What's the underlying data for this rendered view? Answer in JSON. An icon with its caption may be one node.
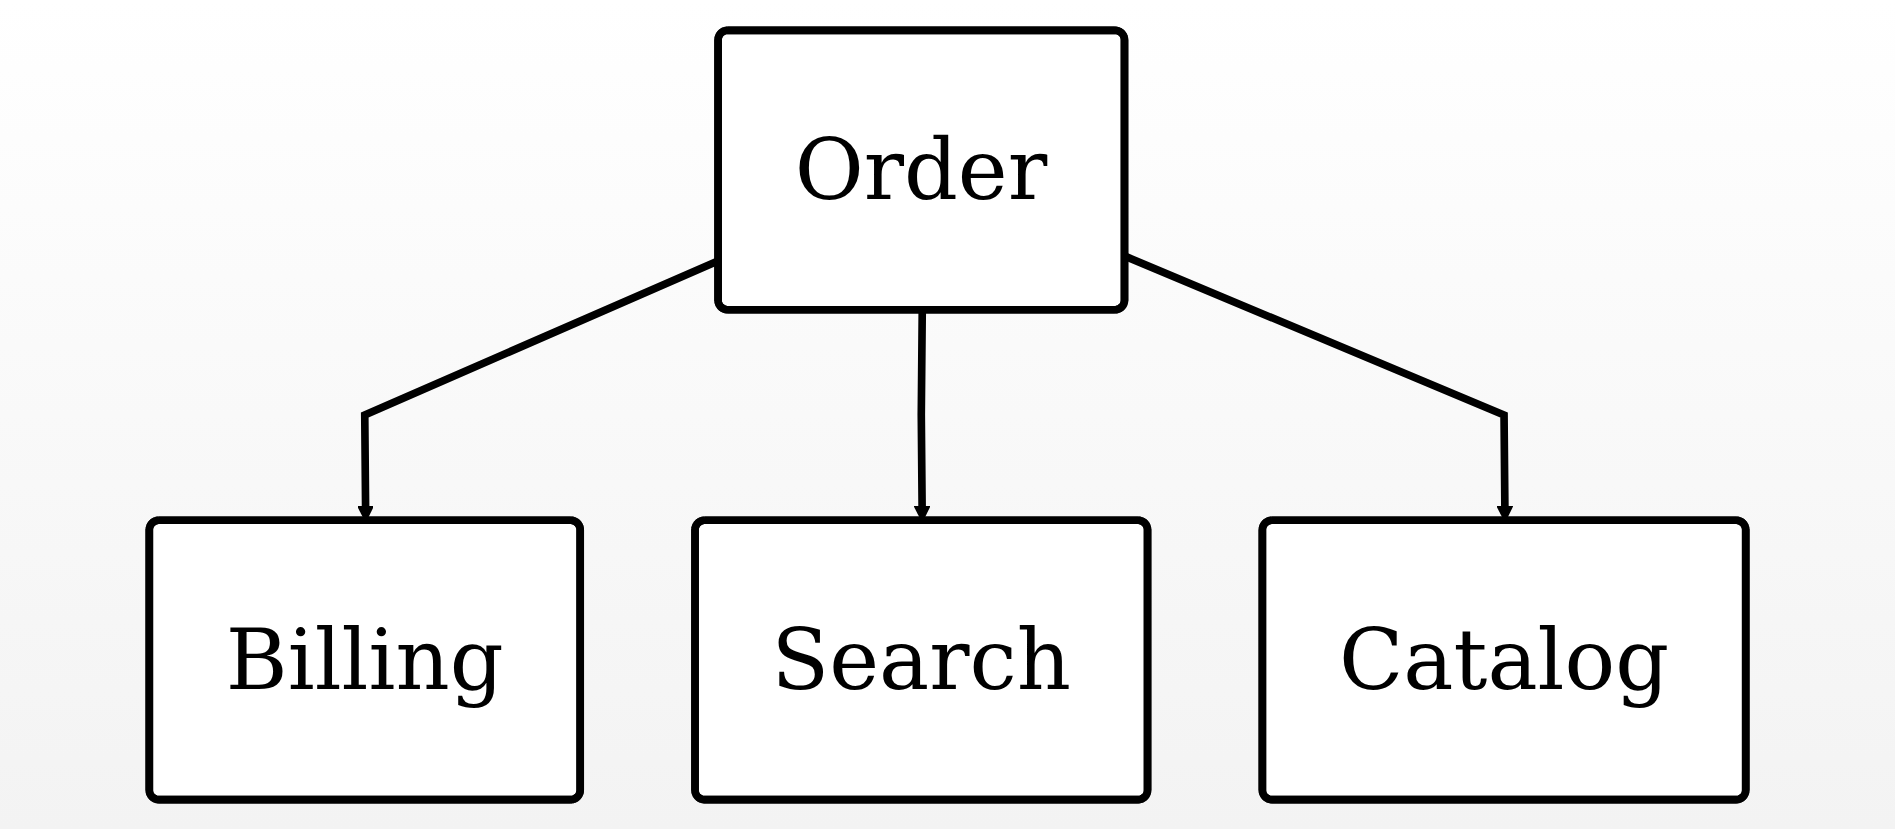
{
  "diagram": {
    "nodes": [
      {
        "text": [
          "Order"
        ]
      },
      {
        "text": [
          "Billing"
        ]
      },
      {
        "text": [
          "Catalog"
        ]
      },
      {
        "text": [
          "Search"
        ]
      }
    ],
    "edges": [
      {
        "from": 0,
        "to": 1,
        "arrow": "to"
      },
      {
        "from": 0,
        "to": 3,
        "arrow": "to"
      },
      {
        "from": 0,
        "to": 2,
        "arrow": "to"
      }
    ]
  }
}
